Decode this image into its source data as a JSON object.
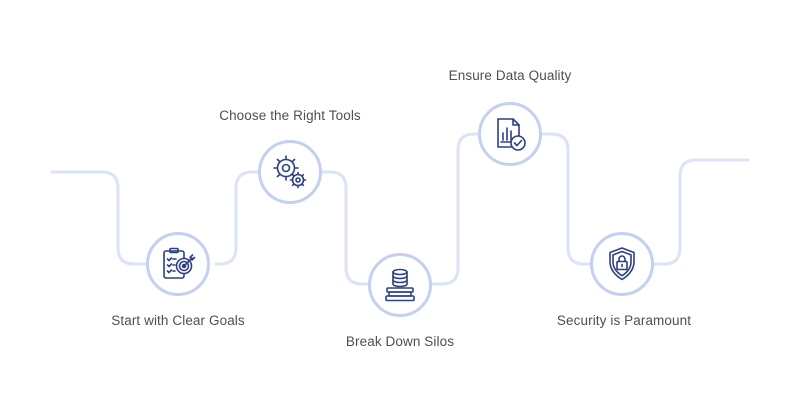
{
  "colors": {
    "line": "#dbe3f6",
    "ring": "#c3d0f0",
    "icon": "#2d3f86",
    "text": "#4d4f57"
  },
  "steps": [
    {
      "label": "Start with Clear Goals",
      "icon": "checklist-target-icon"
    },
    {
      "label": "Choose the Right Tools",
      "icon": "gears-icon"
    },
    {
      "label": "Break Down Silos",
      "icon": "stacked-database-icon"
    },
    {
      "label": "Ensure Data Quality",
      "icon": "document-chart-check-icon"
    },
    {
      "label": "Security is Paramount",
      "icon": "shield-lock-icon"
    }
  ]
}
